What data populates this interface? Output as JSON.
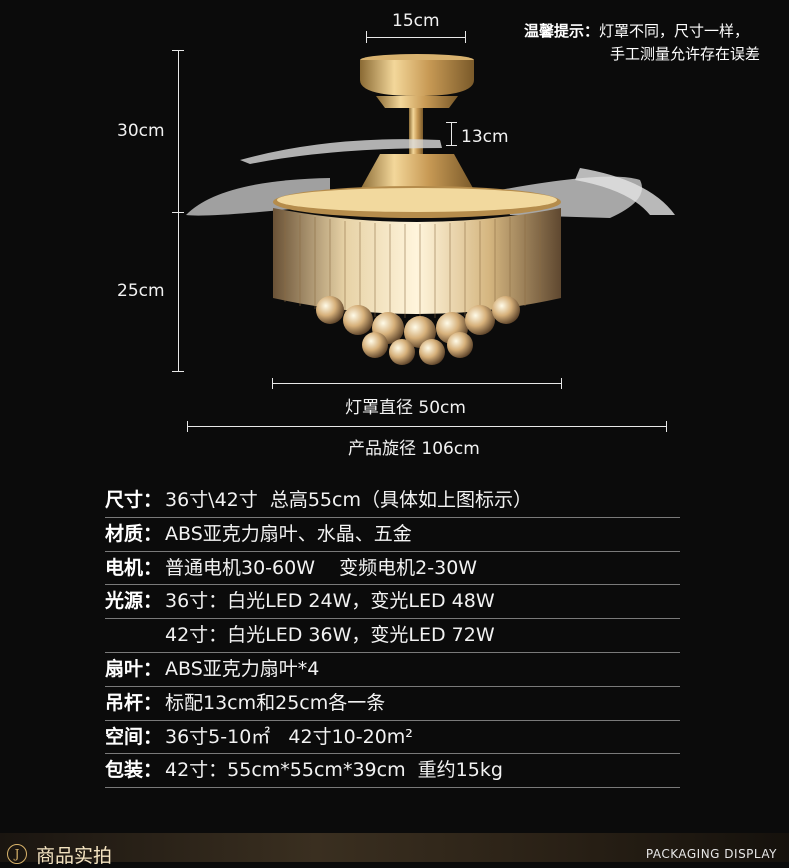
{
  "dimensions": {
    "top_width": "15cm",
    "total_upper": "30cm",
    "rod": "13cm",
    "lower_height": "25cm",
    "shade_diameter": "灯罩直径  50cm",
    "fan_span": "产品旋径  106cm"
  },
  "notice": {
    "label": "温馨提示：",
    "line1": "灯罩不同，尺寸一样，",
    "line2": "手工测量允许存在误差"
  },
  "specs": [
    {
      "key": "尺寸：",
      "value": "36寸\\42寸  总高55cm（具体如上图标示）"
    },
    {
      "key": "材质：",
      "value": "ABS亚克力扇叶、水晶、五金"
    },
    {
      "key": "电机：",
      "value": "普通电机30-60W    变频电机2-30W"
    },
    {
      "key": "光源：",
      "value": "36寸：白光LED 24W，变光LED 48W"
    },
    {
      "key": "",
      "value": "42寸：白光LED 36W，变光LED 72W"
    },
    {
      "key": "扇叶：",
      "value": "ABS亚克力扇叶*4"
    },
    {
      "key": "吊杆：",
      "value": "标配13cm和25cm各一条"
    },
    {
      "key": "空间：",
      "value": "36寸5-10㎡   42寸10-20m²"
    },
    {
      "key": "包装：",
      "value": "42寸：55cm*55cm*39cm  重约15kg"
    }
  ],
  "footer": {
    "badge": "J",
    "title": "商品实拍",
    "subtitle": "PACKAGING DISPLAY"
  },
  "colors": {
    "background": "#0b0b0b",
    "gold": "#d9b36a"
  }
}
